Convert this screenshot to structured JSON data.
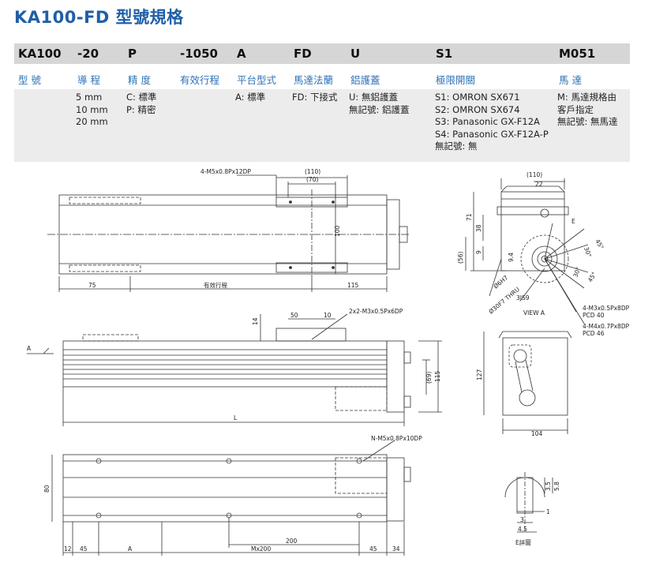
{
  "title": "KA100-FD 型號規格",
  "header": [
    "KA100",
    "-20",
    "P",
    "-1050",
    "A",
    "FD",
    "U",
    "S1",
    "M051"
  ],
  "subheader": [
    "型 號",
    "導 程",
    "精 度",
    "有效行程",
    "平台型式",
    "馬達法蘭",
    "鋁護蓋",
    "極限開關",
    "馬 達"
  ],
  "cells": {
    "lead": "5 mm\n10 mm\n20 mm",
    "precision": "C: 標準\nP: 精密",
    "platform": "A: 標準",
    "flange": "FD: 下接式",
    "cover": "U: 無鋁護蓋\n無記號: 鋁護蓋",
    "switch": "S1: OMRON SX671\nS2: OMRON SX674\nS3: Panasonic GX-F12A\nS4: Panasonic GX-F12A-P\n無記號: 無",
    "motor": "M: 馬達規格由\n客戶指定\n無記號: 無馬達"
  },
  "drawing": {
    "top_view": {
      "callout": "4-M5x0.8Px12DP",
      "dim_110": "(110)",
      "dim_70": "(70)",
      "dim_100": "100",
      "dim_75": "75",
      "stroke_label": "有效行程",
      "dim_115": "115"
    },
    "side_view": {
      "callout": "2x2-M3x0.5Px6DP",
      "dim_50": "50",
      "dim_10": "10",
      "dim_14": "14",
      "dim_69": "(69)",
      "dim_115": "115",
      "dim_L": "L",
      "view_marker": "A"
    },
    "bottom_view": {
      "callout": "N-M5x0.8Px10DP",
      "dim_80": "80",
      "dim_200": "200",
      "dim_12": "12",
      "dim_45a": "45",
      "dim_A": "A",
      "dim_mx200": "Mx200",
      "dim_45b": "45",
      "dim_34": "34"
    },
    "view_a": {
      "dim_110": "(110)",
      "dim_22": "22",
      "dim_71": "71",
      "dim_38": "38",
      "dim_9": "9",
      "dim_56": "(56)",
      "dim_94": "9.4",
      "angle_45a": "45°",
      "angle_30a": "30°",
      "angle_30b": "30°",
      "angle_45b": "45°",
      "label_E": "E",
      "hole_6h7": "Ø6H7",
      "hole_30f7": "Ø30F7 THRU",
      "js9": "3JS9",
      "caption": "VIEW A",
      "callout_1": "4-M3x0.5Px8DP",
      "pcd_1": "PCD 40",
      "callout_2": "4-M4x0.7Px8DP",
      "pcd_2": "PCD 46"
    },
    "end_view": {
      "dim_127": "127",
      "dim_104": "104"
    },
    "detail_e": {
      "dim_35": "3.5",
      "dim_58": "5.8",
      "dim_1": "1",
      "dim_3": "3",
      "dim_45": "4.5",
      "caption": "E詳圖"
    }
  }
}
